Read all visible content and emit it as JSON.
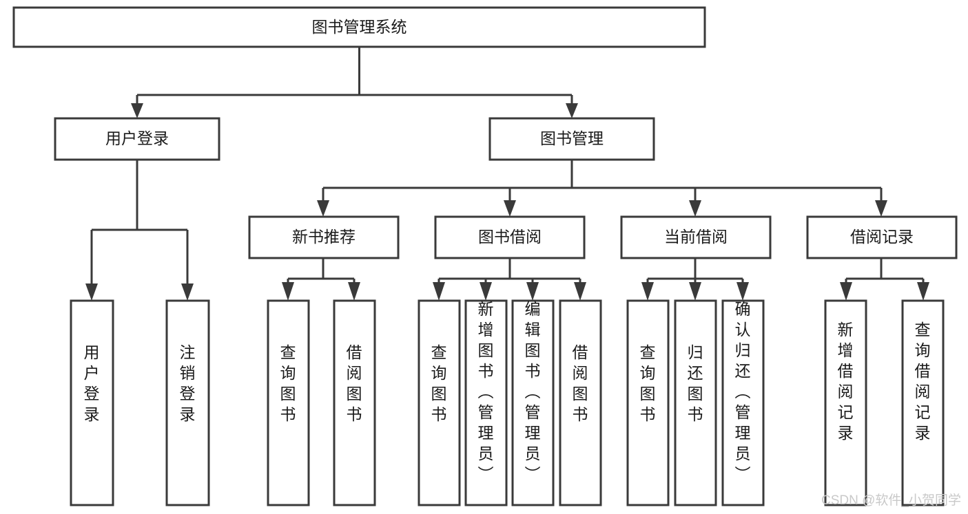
{
  "diagram": {
    "title": "图书管理系统",
    "type": "tree-hierarchy-chart",
    "orientation": "top-down",
    "colors": {
      "box_stroke": "#3a3a3a",
      "box_fill": "#ffffff",
      "text": "#1a1a1a",
      "connector": "#3a3a3a",
      "watermark": "#c9c9c9",
      "background": "#ffffff"
    },
    "root": {
      "id": "root",
      "label": "图书管理系统",
      "orientation": "horizontal"
    },
    "level2": [
      {
        "id": "user-login",
        "label": "用户登录",
        "orientation": "horizontal"
      },
      {
        "id": "book-management",
        "label": "图书管理",
        "orientation": "horizontal"
      }
    ],
    "level3": [
      {
        "id": "new-book-recommend",
        "label": "新书推荐",
        "orientation": "horizontal",
        "parent": "book-management"
      },
      {
        "id": "book-borrow",
        "label": "图书借阅",
        "orientation": "horizontal",
        "parent": "book-management"
      },
      {
        "id": "current-borrow",
        "label": "当前借阅",
        "orientation": "horizontal",
        "parent": "book-management"
      },
      {
        "id": "borrow-record",
        "label": "借阅记录",
        "orientation": "horizontal",
        "parent": "book-management"
      }
    ],
    "leaves": [
      {
        "id": "leaf-user-login",
        "label": "用户登录",
        "orientation": "vertical",
        "parent": "user-login"
      },
      {
        "id": "leaf-logout",
        "label": "注销登录",
        "orientation": "vertical",
        "parent": "user-login"
      },
      {
        "id": "leaf-query-book-1",
        "label": "查询图书",
        "orientation": "vertical",
        "parent": "new-book-recommend"
      },
      {
        "id": "leaf-borrow-book-1",
        "label": "借阅图书",
        "orientation": "vertical",
        "parent": "new-book-recommend"
      },
      {
        "id": "leaf-query-book-2",
        "label": "查询图书",
        "orientation": "vertical",
        "parent": "book-borrow"
      },
      {
        "id": "leaf-add-book",
        "label": "新增图书（管理员）",
        "orientation": "vertical",
        "parent": "book-borrow"
      },
      {
        "id": "leaf-edit-book",
        "label": "编辑图书（管理员）",
        "orientation": "vertical",
        "parent": "book-borrow"
      },
      {
        "id": "leaf-borrow-book-2",
        "label": "借阅图书",
        "orientation": "vertical",
        "parent": "book-borrow"
      },
      {
        "id": "leaf-query-book-3",
        "label": "查询图书",
        "orientation": "vertical",
        "parent": "current-borrow"
      },
      {
        "id": "leaf-return-book",
        "label": "归还图书",
        "orientation": "vertical",
        "parent": "current-borrow"
      },
      {
        "id": "leaf-confirm-return",
        "label": "确认归还（管理员）",
        "orientation": "vertical",
        "parent": "current-borrow"
      },
      {
        "id": "leaf-add-record",
        "label": "新增借阅记录",
        "orientation": "vertical",
        "parent": "borrow-record"
      },
      {
        "id": "leaf-query-record",
        "label": "查询借阅记录",
        "orientation": "vertical",
        "parent": "borrow-record"
      }
    ],
    "watermark": "CSDN @软件_小贺同学"
  }
}
